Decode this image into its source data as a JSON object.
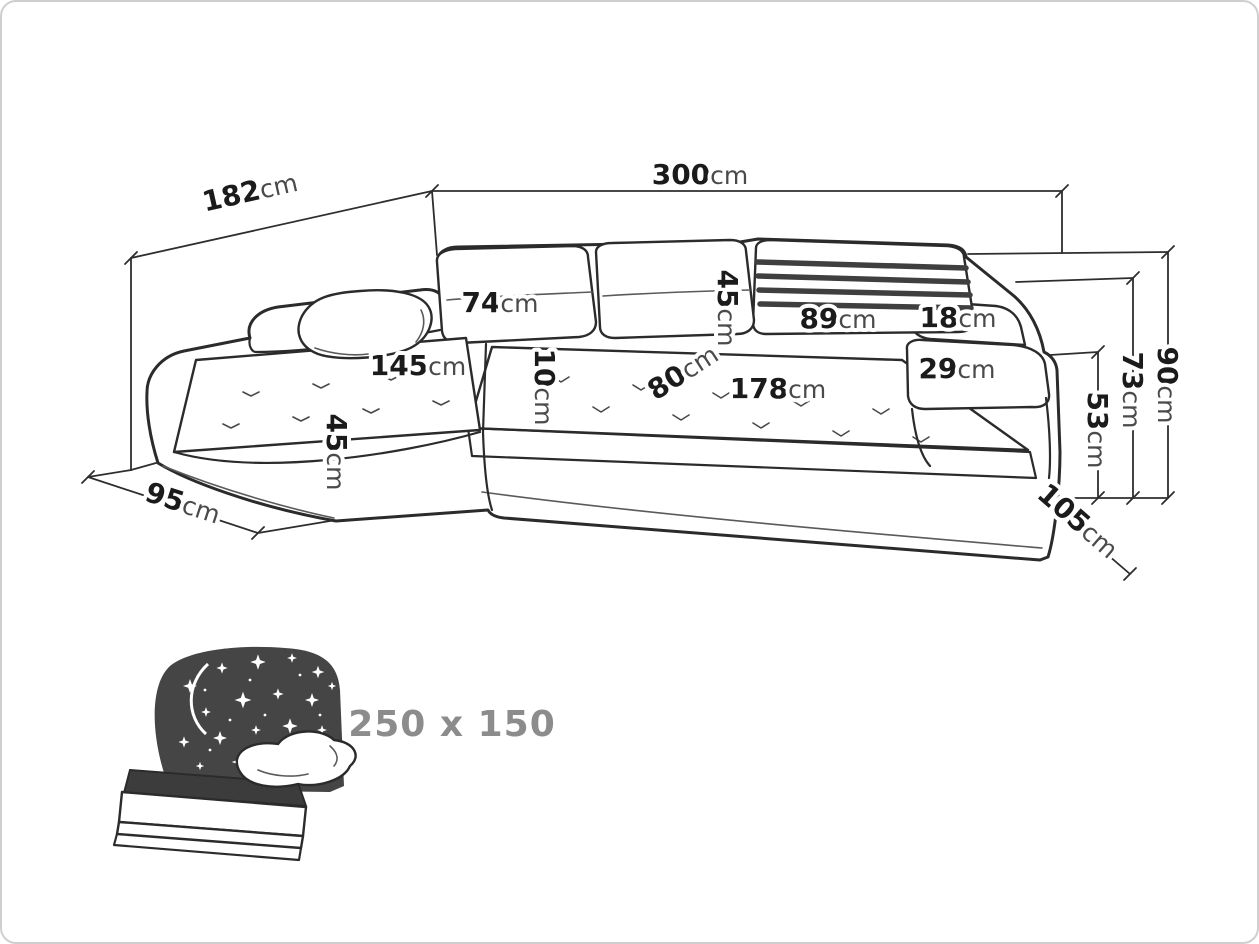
{
  "diagram": {
    "title": "Corner sofa dimension drawing",
    "unit": "cm",
    "dimensions": {
      "total_width": {
        "value": "300",
        "unit": "cm"
      },
      "total_depth": {
        "value": "182",
        "unit": "cm"
      },
      "back_cushion_height_left": {
        "value": "74",
        "unit": "cm"
      },
      "chaise_seat_length": {
        "value": "145",
        "unit": "cm"
      },
      "front_seat_height": {
        "value": "45",
        "unit": "cm"
      },
      "chaise_width": {
        "value": "95",
        "unit": "cm"
      },
      "seat_cushion_thickness": {
        "value": "10",
        "unit": "cm"
      },
      "seat_depth": {
        "value": "80",
        "unit": "cm"
      },
      "back_cushion_height_right": {
        "value": "45",
        "unit": "cm"
      },
      "headrest_width": {
        "value": "89",
        "unit": "cm"
      },
      "backrest_top_depth": {
        "value": "18",
        "unit": "cm"
      },
      "armrest_width": {
        "value": "29",
        "unit": "cm"
      },
      "seat_length": {
        "value": "178",
        "unit": "cm"
      },
      "armrest_height": {
        "value": "53",
        "unit": "cm"
      },
      "backrest_height": {
        "value": "73",
        "unit": "cm"
      },
      "total_height": {
        "value": "90",
        "unit": "cm"
      },
      "end_depth": {
        "value": "105",
        "unit": "cm"
      }
    },
    "sleeping_area": {
      "label": "250 x 150"
    },
    "colors": {
      "line": "#2b2b2b",
      "value_text": "#1b1b1b",
      "unit_text": "#4a4a4a",
      "sleeping_text": "#8c8c8c",
      "night_fill": "#454545"
    }
  }
}
